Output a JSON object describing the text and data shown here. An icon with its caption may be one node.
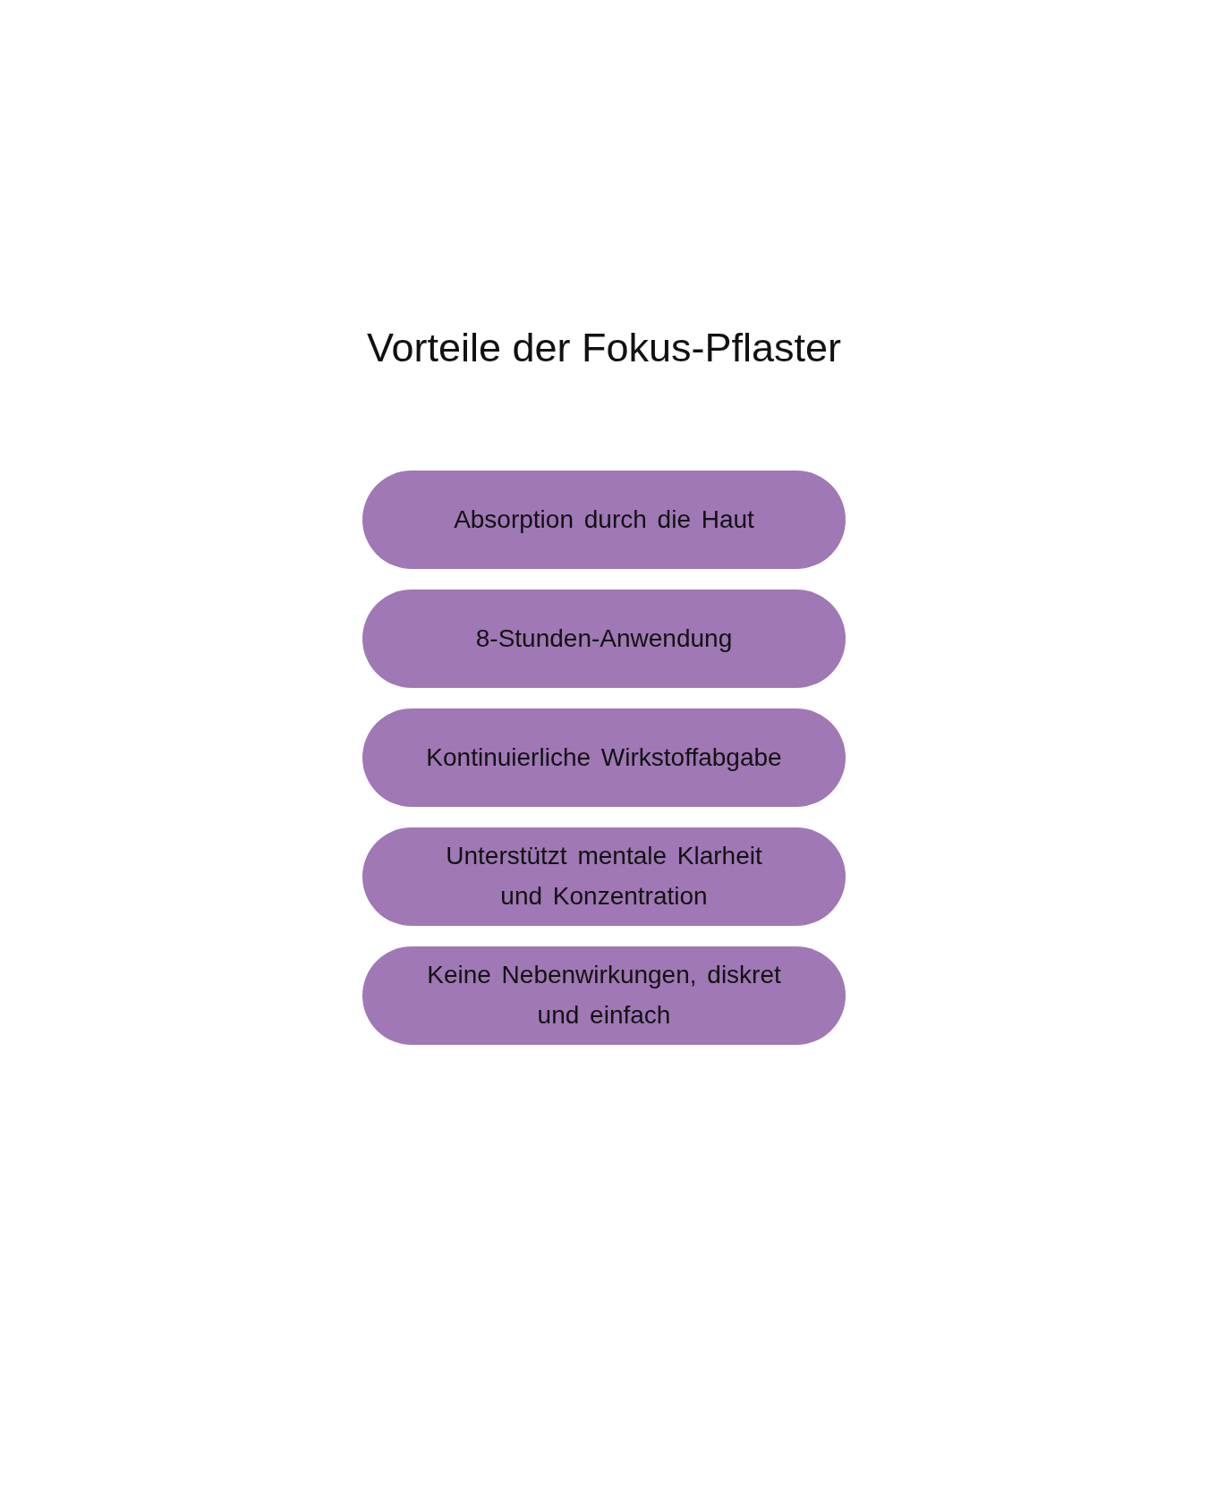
{
  "diagram": {
    "title": "Vorteile der Fokus-Pflaster",
    "nodes": [
      {
        "text": [
          "Absorption durch die Haut"
        ]
      },
      {
        "text": [
          "8-Stunden-Anwendung"
        ]
      },
      {
        "text": [
          "Kontinuierliche Wirkstoffabgabe"
        ]
      },
      {
        "text": [
          "Unterstützt mentale Klarheit und Konzentration"
        ]
      },
      {
        "text": [
          "Keine Nebenwirkungen, diskret und einfach"
        ]
      }
    ]
  }
}
